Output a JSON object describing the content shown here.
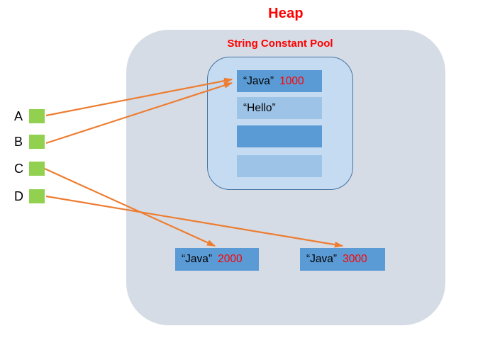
{
  "title": "Heap",
  "pool": {
    "label": "String Constant Pool",
    "slots": [
      {
        "name": "java-1000",
        "text": "“Java”",
        "value": "1000",
        "style": "dark"
      },
      {
        "name": "hello",
        "text": "“Hello”",
        "value": "",
        "style": "light"
      },
      {
        "name": "empty-1",
        "text": "",
        "value": "",
        "style": "dark"
      },
      {
        "name": "empty-2",
        "text": "",
        "value": "",
        "style": "light"
      }
    ]
  },
  "heap_objects": [
    {
      "name": "java-2000",
      "text": "“Java”",
      "value": "2000"
    },
    {
      "name": "java-3000",
      "text": "“Java”",
      "value": "3000"
    }
  ],
  "variables": [
    {
      "label": "A",
      "points_to": "pool-slot-java-1000"
    },
    {
      "label": "B",
      "points_to": "pool-slot-java-1000"
    },
    {
      "label": "C",
      "points_to": "heap-object-java-2000"
    },
    {
      "label": "D",
      "points_to": "heap-object-java-3000"
    }
  ],
  "colors": {
    "heap_fill": "#D6DCE5",
    "pool_fill": "#C5DBF1",
    "pool_border": "#4573A2",
    "box_dark": "#5B9BD5",
    "box_light": "#9DC3E6",
    "variable_green": "#92D050",
    "arrow_orange": "#ED7D31",
    "accent_red": "#FF0000"
  }
}
